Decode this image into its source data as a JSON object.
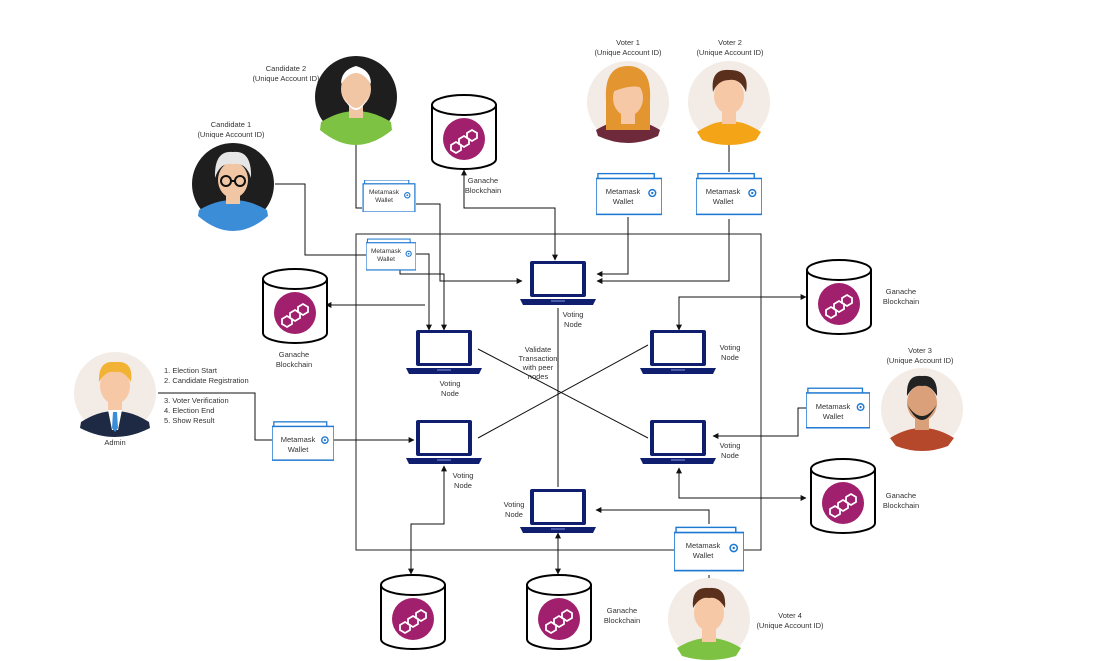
{
  "candidates": {
    "c2": {
      "name": "Candidate 2",
      "id": "(Unique Account ID)"
    },
    "c1": {
      "name": "Candidate 1",
      "id": "(Unique Account ID)"
    }
  },
  "voters": {
    "v1": {
      "name": "Voter 1",
      "id": "(Unique Account ID)"
    },
    "v2": {
      "name": "Voter 2",
      "id": "(Unique Account ID)"
    },
    "v3": {
      "name": "Voter 3",
      "id": "(Unique Account ID)"
    },
    "v4": {
      "name": "Voter 4",
      "id": "(Unique Account ID)"
    }
  },
  "admin": {
    "name": "Admin",
    "steps": [
      "1. Election Start",
      "2. Candidate Registration",
      "3. Voter Verification",
      "4. Election End",
      "5. Show Result"
    ]
  },
  "wallet": {
    "l1": "Metamask",
    "l2": "Wallet"
  },
  "chain": {
    "l1": "Ganache",
    "l2": "Blockchain"
  },
  "node": {
    "l1": "Voting",
    "l2": "Node"
  },
  "validate": {
    "l1": "Validate",
    "l2": "Transaction",
    "l3": "with peer",
    "l4": "nodes"
  },
  "colors": {
    "laptop": "#0f1e6e",
    "wallet_border": "#1f78d1",
    "chain_fill": "#a0206e",
    "skin": "#f4c9a0",
    "avatar_bg": "#f3ece6"
  }
}
